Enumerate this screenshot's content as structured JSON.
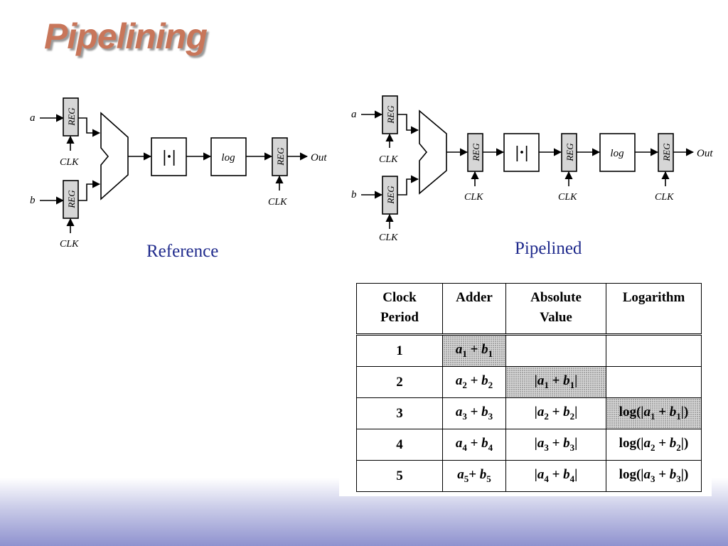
{
  "slide": {
    "title": "Pipelining"
  },
  "reference": {
    "caption": "Reference",
    "inputs": [
      "a",
      "b"
    ],
    "reg_label": "REG",
    "clk_label": "CLK",
    "abs_label": "|·|",
    "log_label": "log",
    "output_label": "Out"
  },
  "pipelined": {
    "caption": "Pipelined",
    "inputs": [
      "a",
      "b"
    ],
    "reg_label": "REG",
    "clk_label": "CLK",
    "abs_label": "|·|",
    "log_label": "log",
    "output_label": "Out"
  },
  "table": {
    "headers": [
      "Clock Period",
      "Adder",
      "Absolute Value",
      "Logarithm"
    ],
    "rows": [
      {
        "period": "1",
        "adder": "a1 + b1",
        "abs": "",
        "log": ""
      },
      {
        "period": "2",
        "adder": "a2 + b2",
        "abs": "|a1 + b1|",
        "log": ""
      },
      {
        "period": "3",
        "adder": "a3 + b3",
        "abs": "|a2 + b2|",
        "log": "log(|a1 + b1|)"
      },
      {
        "period": "4",
        "adder": "a4 + b4",
        "abs": "|a3 + b3|",
        "log": "log(|a2 + b2|)"
      },
      {
        "period": "5",
        "adder": "a5+ b5",
        "abs": "|a4 + b4|",
        "log": "log(|a3 + b3|)"
      }
    ],
    "highlighted_cells": [
      "1-adder",
      "2-abs",
      "3-log"
    ]
  }
}
